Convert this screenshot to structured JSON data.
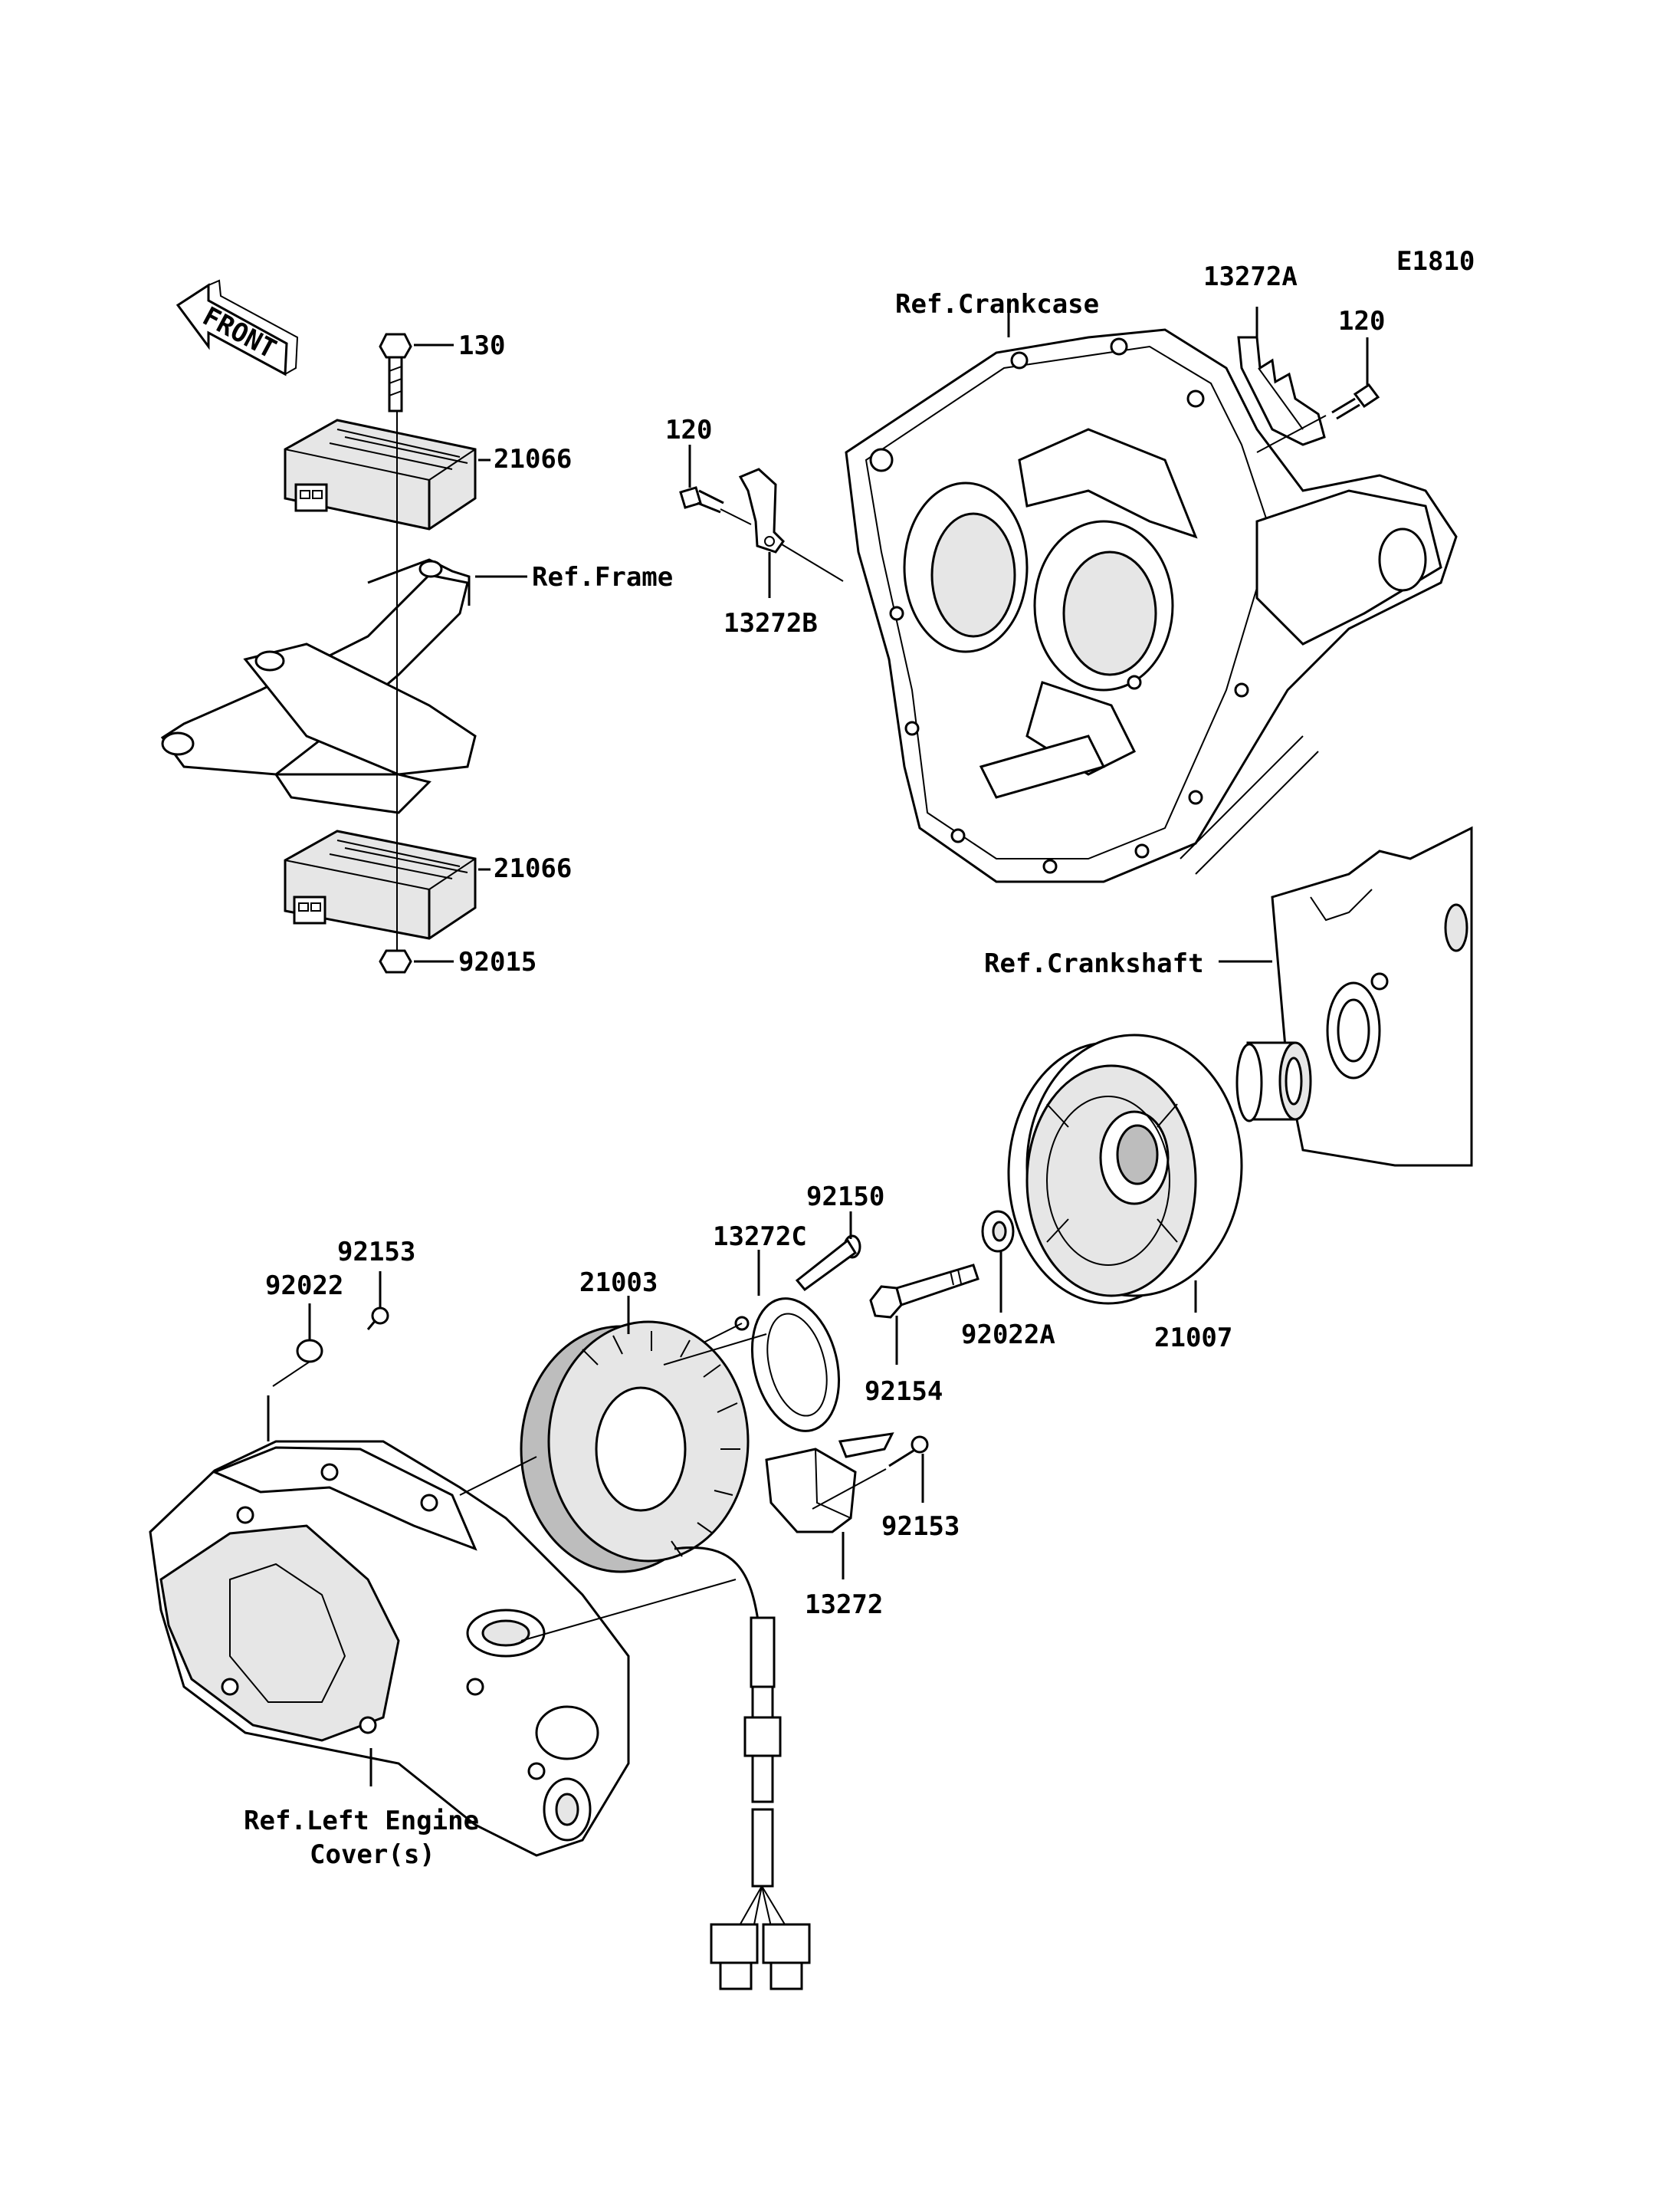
{
  "diagram": {
    "code": "E1810",
    "direction": "FRONT",
    "labels": {
      "p130": "130",
      "p21066_top": "21066",
      "ref_frame": "Ref.Frame",
      "p21066_bottom": "21066",
      "p92015": "92015",
      "ref_crankcase": "Ref.Crankcase",
      "p13272A": "13272A",
      "p120_right": "120",
      "p120_left": "120",
      "p13272B": "13272B",
      "ref_crankshaft": "Ref.Crankshaft",
      "p92150": "92150",
      "p92153_top": "92153",
      "p92022": "92022",
      "p13272C": "13272C",
      "p21003": "21003",
      "p92022A": "92022A",
      "p92154": "92154",
      "p21007": "21007",
      "p92153_right": "92153",
      "p13272": "13272",
      "ref_left_cover_l1": "Ref.Left Engine",
      "ref_left_cover_l2": "Cover(s)"
    }
  }
}
